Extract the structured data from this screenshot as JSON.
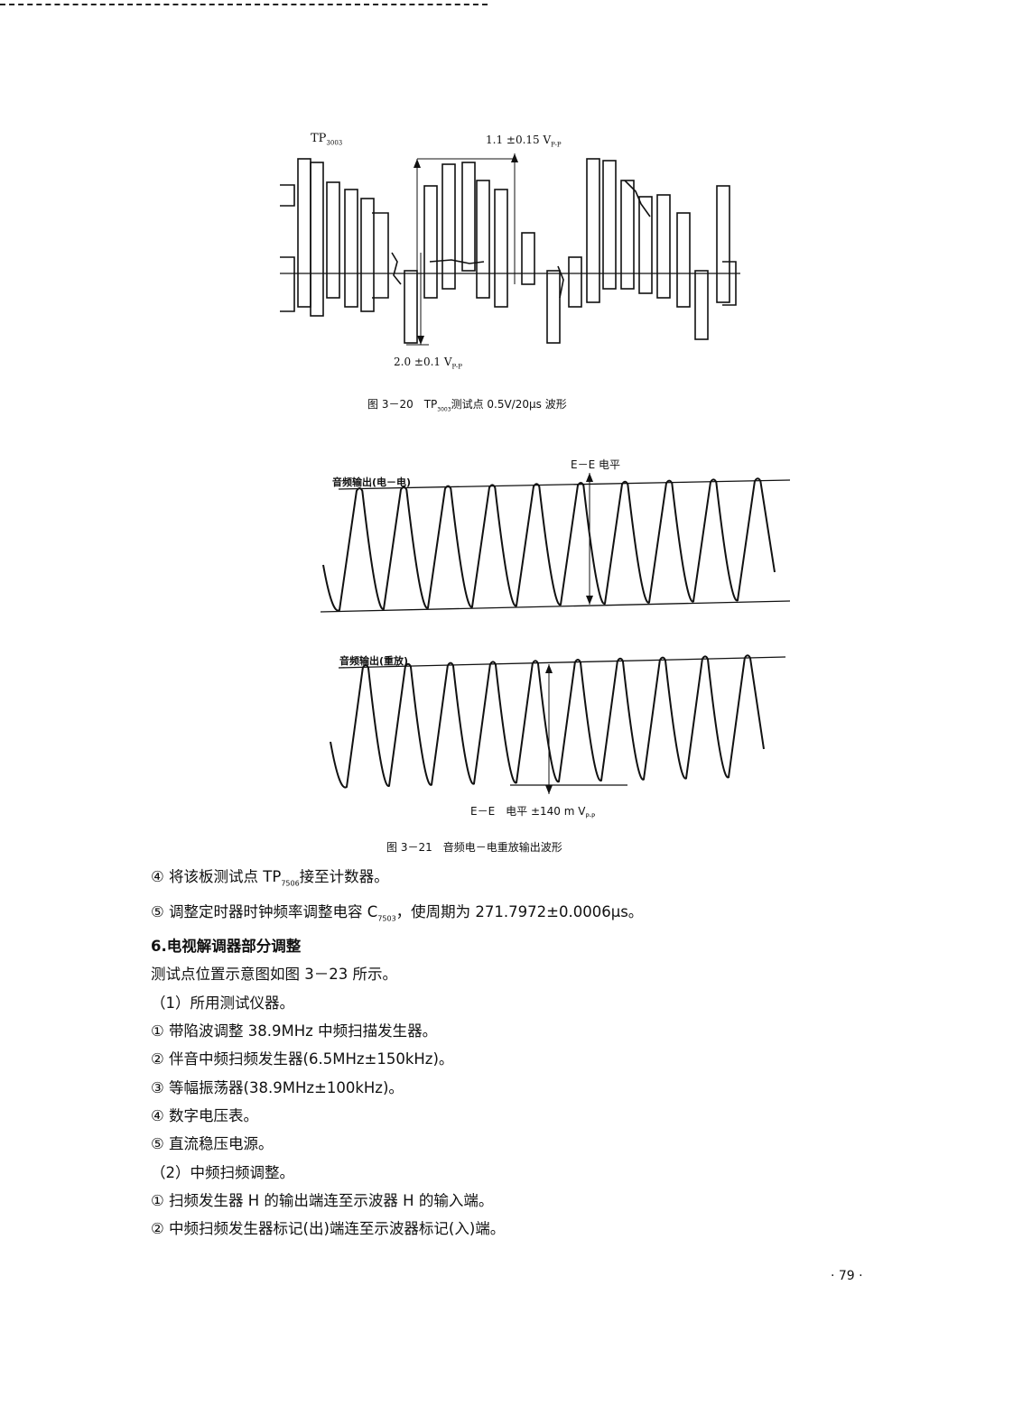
{
  "figure_1": {
    "label_tp": "TP",
    "label_tp_sub": "3003",
    "label_top": "1.1 ±0.15 V",
    "label_top_sub": "P-P",
    "label_bottom": "2.0 ±0.1 V",
    "label_bottom_sub": "P-P",
    "caption_prefix": "图 3－20　TP",
    "caption_sub": "3003",
    "caption_suffix": "测试点 0.5V/20μs 波形"
  },
  "figure_2": {
    "label_ee_top": "E－E 电平",
    "label_upper": "音频输出(电－电)",
    "label_lower": "音频输出(重放)",
    "label_ee_bottom": "E－E　电平 ±140 m V",
    "label_ee_bottom_sub": "P-P",
    "caption": "图 3－21　音频电－电重放输出波形"
  },
  "body": {
    "line1_a": "④ 将该板测试点 TP",
    "line1_sub": "7506",
    "line1_b": "接至计数器。",
    "line2_a": "⑤ 调整定时器时钟频率调整电容 C",
    "line2_sub": "7503",
    "line2_b": "，使周期为 271.7972±0.0006μs。",
    "heading": "6.电视解调器部分调整",
    "line3": "测试点位置示意图如图 3－23 所示。",
    "line4": "（1）所用测试仪器。",
    "line5": "① 带陷波调整 38.9MHz 中频扫描发生器。",
    "line6": "② 伴音中频扫频发生器(6.5MHz±150kHz)。",
    "line7": "③ 等幅振荡器(38.9MHz±100kHz)。",
    "line8": "④ 数字电压表。",
    "line9": "⑤ 直流稳压电源。",
    "line10": "（2）中频扫频调整。",
    "line11": "① 扫频发生器 H 的输出端连至示波器 H 的输入端。",
    "line12": "② 中频扫频发生器标记(出)端连至示波器标记(入)端。"
  },
  "page_number": "· 79 ·"
}
